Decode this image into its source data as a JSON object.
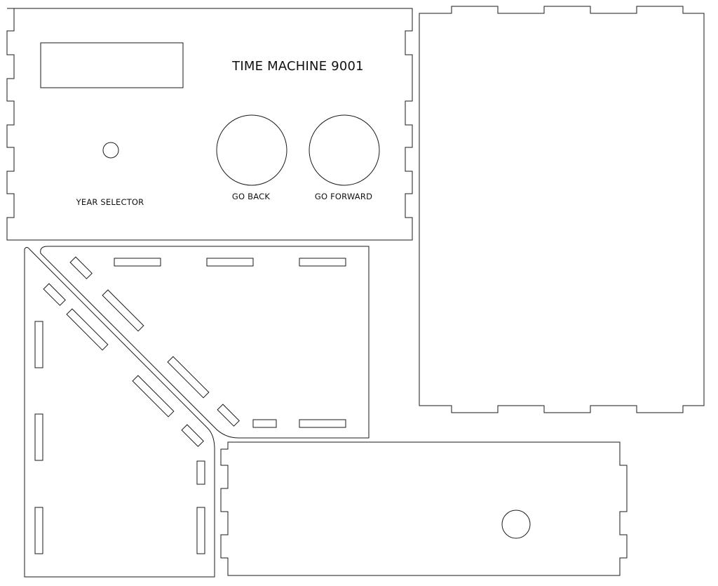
{
  "front_panel": {
    "title": "TIME MACHINE 9001",
    "year_selector_label": "YEAR SELECTOR",
    "go_back_label": "GO BACK",
    "go_forward_label": "GO FORWARD"
  },
  "colors": {
    "background": "#ffffff",
    "cut_line": "#1a1a1a",
    "text": "#111111"
  }
}
